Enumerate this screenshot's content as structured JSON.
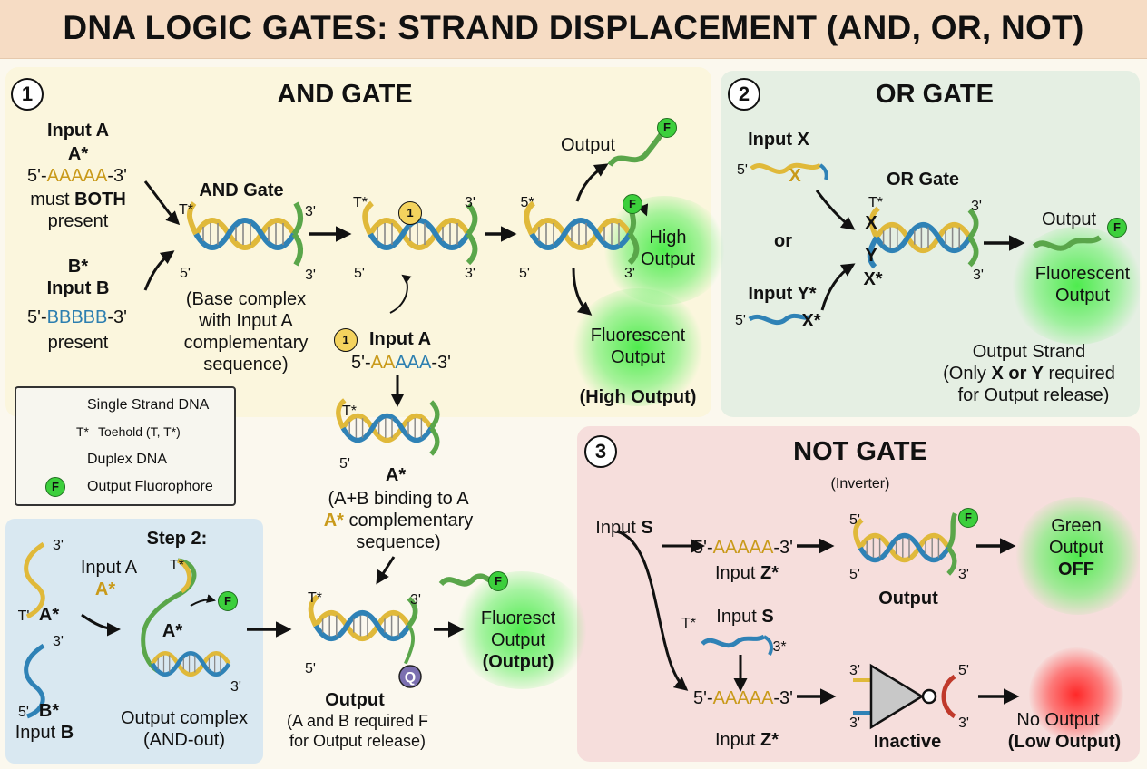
{
  "title": "DNA LOGIC GATES: STRAND DISPLACEMENT (AND, OR, NOT)",
  "and_panel": {
    "num": "1",
    "heading": "AND GATE",
    "input_a": "Input A",
    "a_star": "A*",
    "seq_a_5": "5'-",
    "seq_a_mid": "AAAAA",
    "seq_a_3": "-3'",
    "must": "must ",
    "both": "BOTH",
    "present": "present",
    "b_star": "B*",
    "input_b": "Input B",
    "seq_b_5": "5'-",
    "seq_b_mid": "BBBBB",
    "seq_b_3": "-3'",
    "present2": "present",
    "gate_label": "AND Gate",
    "t_star": "T*",
    "three_p": "3'",
    "five_p": "5'",
    "base_complex": "(Base complex\nwith Input A\ncomplementary\nsequence)",
    "t_star2": "T*",
    "badge1": "1",
    "three_p2": "3'",
    "three_p3": "3'",
    "five_p2": "5'",
    "five_star": "5*",
    "three_p4": "3'",
    "five_p3": "5'",
    "three_p5": "3'",
    "output": "Output",
    "high_output": "High\nOutput",
    "fluor_output": "Fluorescent\nOutput",
    "high_output2": "(High Output)",
    "badge2": "1",
    "input_a2": "Input A",
    "seq2_5": "5'-",
    "seq2_y": "AA",
    "seq2_b": "AAA",
    "seq2_3": "-3'",
    "t_star3": "T*",
    "five_p4": "5'",
    "a_star2": "A*",
    "ab_binding1": "(A+B binding to A",
    "ab_binding2": "A*",
    "ab_binding3": " complementary",
    "ab_binding4": "sequence)",
    "t_star4": "T*",
    "three_p6": "3'",
    "five_p5": "5'",
    "q": "Q",
    "output2": "Output",
    "ab_required": "(A and B required F\nfor Output release)",
    "fluoresct": "Fluoresct\nOutput",
    "output_paren": "(Output)"
  },
  "step2": {
    "label": "Step 2:",
    "three_p": "3'",
    "t_prime": "T'",
    "a_star": "A*",
    "input_a": "Input A",
    "a_star2": "A*",
    "t_star": "T*",
    "a_star3": "A*",
    "three_p2": "3'",
    "five_p": "5'",
    "b_star": "B*",
    "input_b": "Input ",
    "input_b_bold": "B",
    "three_p3": "3'",
    "output_complex": "Output complex\n(AND-out)"
  },
  "legend": {
    "items": [
      {
        "label": "Single Strand DNA"
      },
      {
        "label": "Toehold (T, T*)",
        "prefix": "T*"
      },
      {
        "label": "Duplex DNA"
      },
      {
        "label": "Output Fluorophore",
        "badge": "F"
      }
    ]
  },
  "or_panel": {
    "num": "2",
    "heading": "OR GATE",
    "input_x": "Input X",
    "five_p": "5'",
    "x_mark": "X",
    "or": "or",
    "input_y": "Input Y*",
    "five_p2": "5'",
    "x_star": "X*",
    "gate_label": "OR Gate",
    "t_star": "T*",
    "x": "X",
    "y": "Y",
    "x_star2": "X*",
    "three_p": "3'",
    "three_p2": "3'",
    "output": "Output",
    "fluor": "Fluorescent\nOutput",
    "strand1": "Output Strand",
    "strand2a": "(Only ",
    "strand2b": "X or Y",
    "strand2c": " required",
    "strand3": "for Output release)"
  },
  "not_panel": {
    "num": "3",
    "heading": "NOT GATE",
    "sub": "(Inverter)",
    "input_s": "Input ",
    "input_s_b": "S",
    "seq1_5": "5'-",
    "seq1_mid": "AAAAA",
    "seq1_3": "-3'",
    "input_z": "Input ",
    "input_z_b": "Z*",
    "five_p": "5'",
    "five_p2": "5'",
    "three_p": "3'",
    "output": "Output",
    "green1": "Green",
    "green2": "Output",
    "green3": "OFF",
    "t_star": "T*",
    "input_s2": "Input ",
    "input_s2_b": "S",
    "three_star": "3*",
    "seq2_5": "5'-",
    "seq2_mid": "AAAAA",
    "seq2_3": "-3'",
    "input_z2": "Input ",
    "input_z2_b": "Z*",
    "three_p2": "3'",
    "three_p3": "3'",
    "five_p3": "5'",
    "three_p4": "3'",
    "inactive": "Inactive",
    "no_output": "No Output",
    "low_output": "(Low Output)"
  },
  "badge_f": "F"
}
